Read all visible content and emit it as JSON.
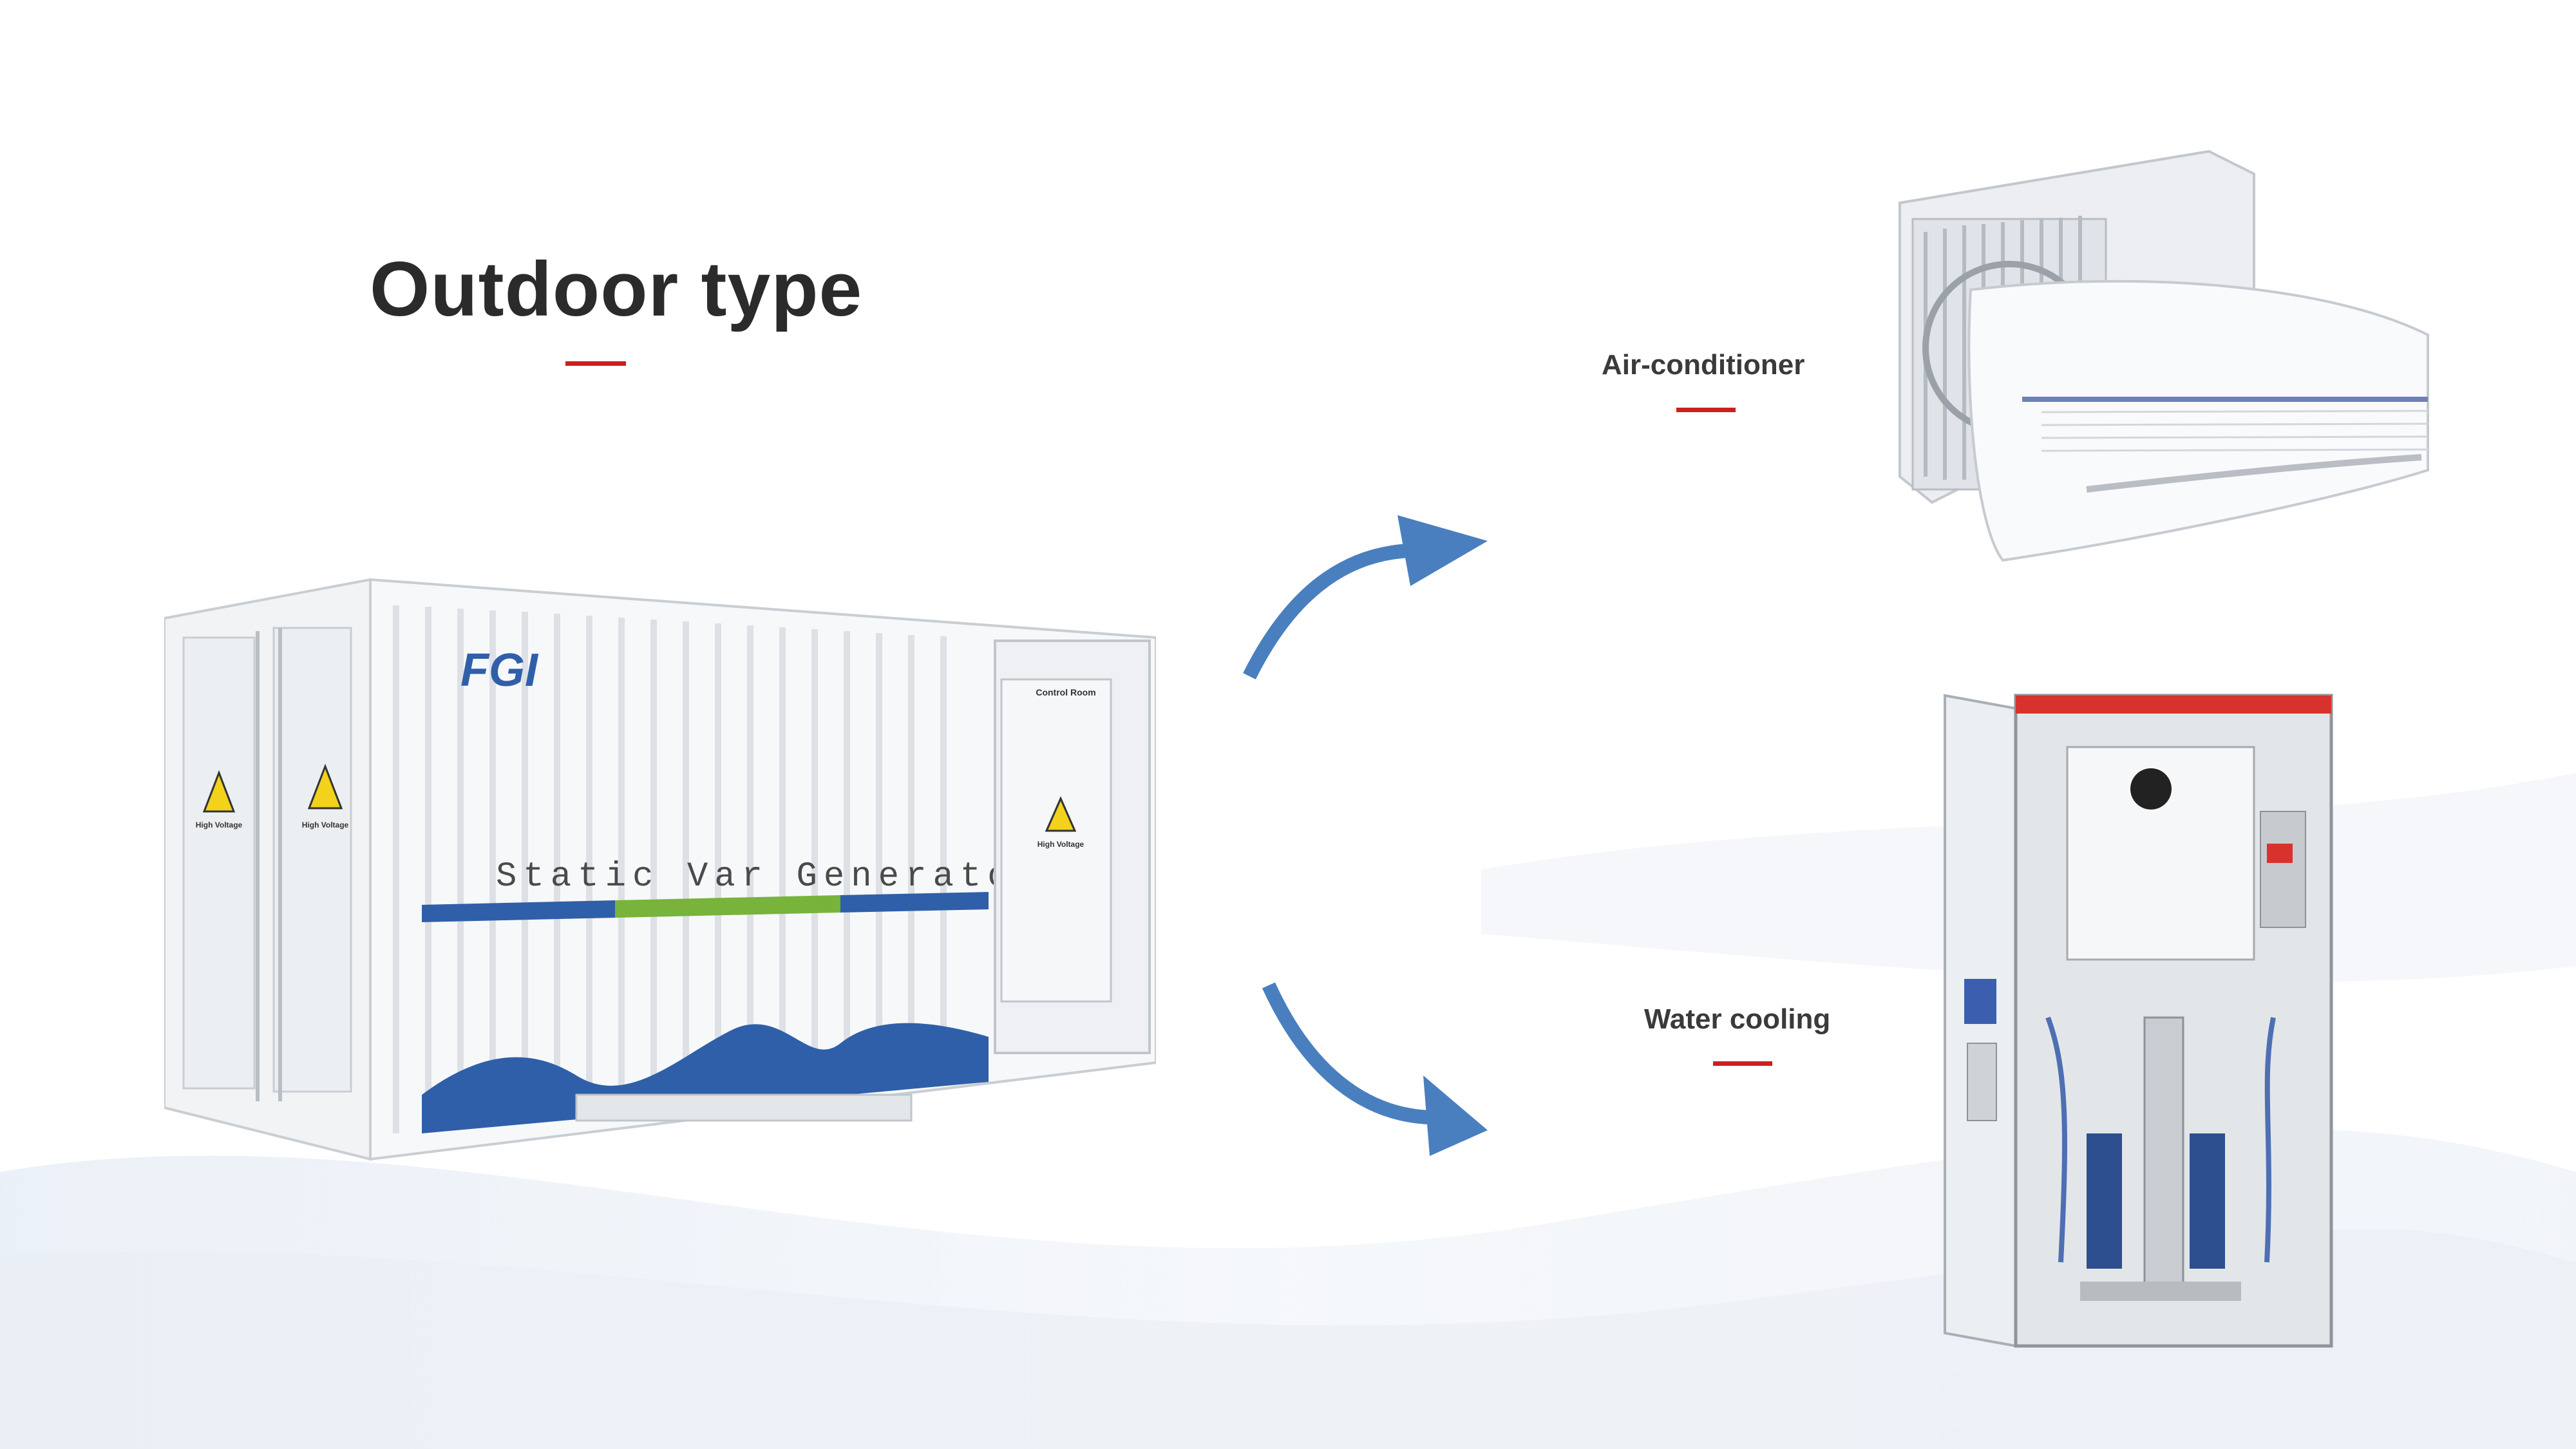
{
  "slide": {
    "title": "Outdoor type",
    "accent_color": "#cc1f1f",
    "arrow_color": "#4a7fbf"
  },
  "options": [
    {
      "label": "Air-conditioner",
      "image": "air-conditioner-unit"
    },
    {
      "label": "Water cooling",
      "image": "water-cooling-cabinet"
    }
  ],
  "container": {
    "logo": "FGI",
    "banner_text": "Static Var Generator",
    "warning_text": "High Voltage",
    "door_label": "Control Room"
  }
}
